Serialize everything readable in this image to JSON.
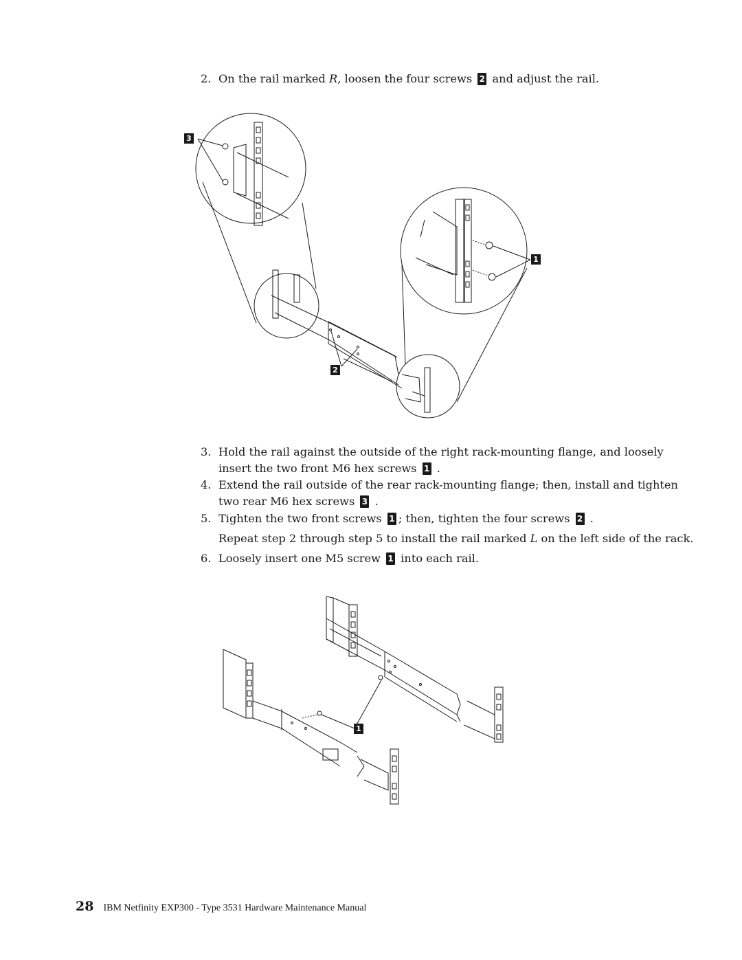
{
  "steps": {
    "s2": {
      "num": "2.",
      "part1": "On the rail marked ",
      "italic": "R",
      "part2": ", loosen the four screws ",
      "badge": "2",
      "part3": " and adjust the rail."
    },
    "s3": {
      "num": "3.",
      "line1": "Hold the rail against the outside of the right rack-mounting flange, and loosely",
      "line2": "insert the two front M6 hex screws",
      "badge": "1",
      "after": " ."
    },
    "s4": {
      "num": "4.",
      "line1": "Extend the rail outside of the rear rack-mounting flange; then, install and tighten",
      "line2": "two rear M6 hex screws",
      "badge": "3",
      "after": " ."
    },
    "s5": {
      "num": "5.",
      "part1": "Tighten the two front screws",
      "badge1": "1",
      "part2": "; then, tighten the four screws",
      "badge2": "2",
      "after": " ."
    },
    "repeat": {
      "part1": "Repeat step 2 through step 5 to install the rail marked ",
      "italic": "L",
      "part2": " on the left side of the rack."
    },
    "s6": {
      "num": "6.",
      "part1": "Loosely insert one M5 screw",
      "badge": "1",
      "part2": " into each rail."
    }
  },
  "figure1": {
    "callouts": [
      "3",
      "1",
      "2"
    ]
  },
  "figure2": {
    "callouts": [
      "1"
    ]
  },
  "footer": {
    "page_number": "28",
    "manual_title": "IBM Netfinity EXP300 - Type 3531 Hardware Maintenance Manual"
  },
  "colors": {
    "ink": "#1a1a1a",
    "paper": "#ffffff"
  }
}
